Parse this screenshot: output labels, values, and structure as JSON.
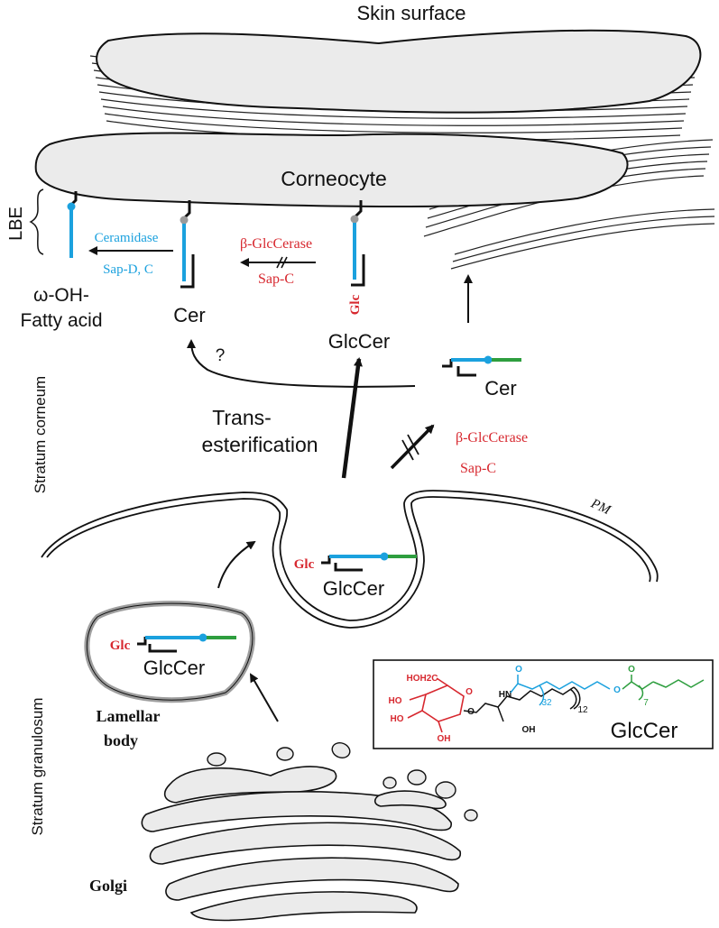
{
  "labels": {
    "skin_surface": "Skin surface",
    "corneocyte": "Corneocyte",
    "lbe": "LBE",
    "omega_oh": "ω-OH-",
    "fatty_acid": "Fatty acid",
    "ceramidase": "Ceramidase",
    "sap_dc": "Sap-D, C",
    "beta_glccerase_top": "β-GlcCerase",
    "sap_c_top": "Sap-C",
    "cer_left": "Cer",
    "glc_vertical": "Glc",
    "glccer_mid": "GlcCer",
    "question": "?",
    "cer_right": "Cer",
    "trans": "Trans-",
    "esterification": "esterification",
    "beta_glccerase_mid": "β-GlcCerase",
    "sap_c_mid": "Sap-C",
    "stratum_corneum": "Stratum corneum",
    "pm": "PM",
    "glc_pm": "Glc",
    "glccer_pm": "GlcCer",
    "glc_lb": "Glc",
    "glccer_lb": "GlcCer",
    "lamellar": "Lamellar",
    "body": "body",
    "stratum_granulosum": "Stratum granulosum",
    "golgi": "Golgi",
    "struct_hoh2c": "HOH2C",
    "struct_ho1": "HO",
    "struct_ho2": "HO",
    "struct_oh_ring": "OH",
    "struct_o_ring": "O",
    "struct_o_link": "O",
    "struct_hn": "HN",
    "struct_oh": "OH",
    "struct_o_amide": "O",
    "struct_o_ester1": "O",
    "struct_o_ester2": "O",
    "struct_32": "32",
    "struct_7": "7",
    "struct_12": "12",
    "struct_name": "GlcCer"
  },
  "colors": {
    "red": "#d7282f",
    "blue": "#1ba1de",
    "green": "#2e9e3f",
    "black": "#111111",
    "membrane_fill": "#ececec",
    "gray_dot": "#9a9a9a"
  }
}
